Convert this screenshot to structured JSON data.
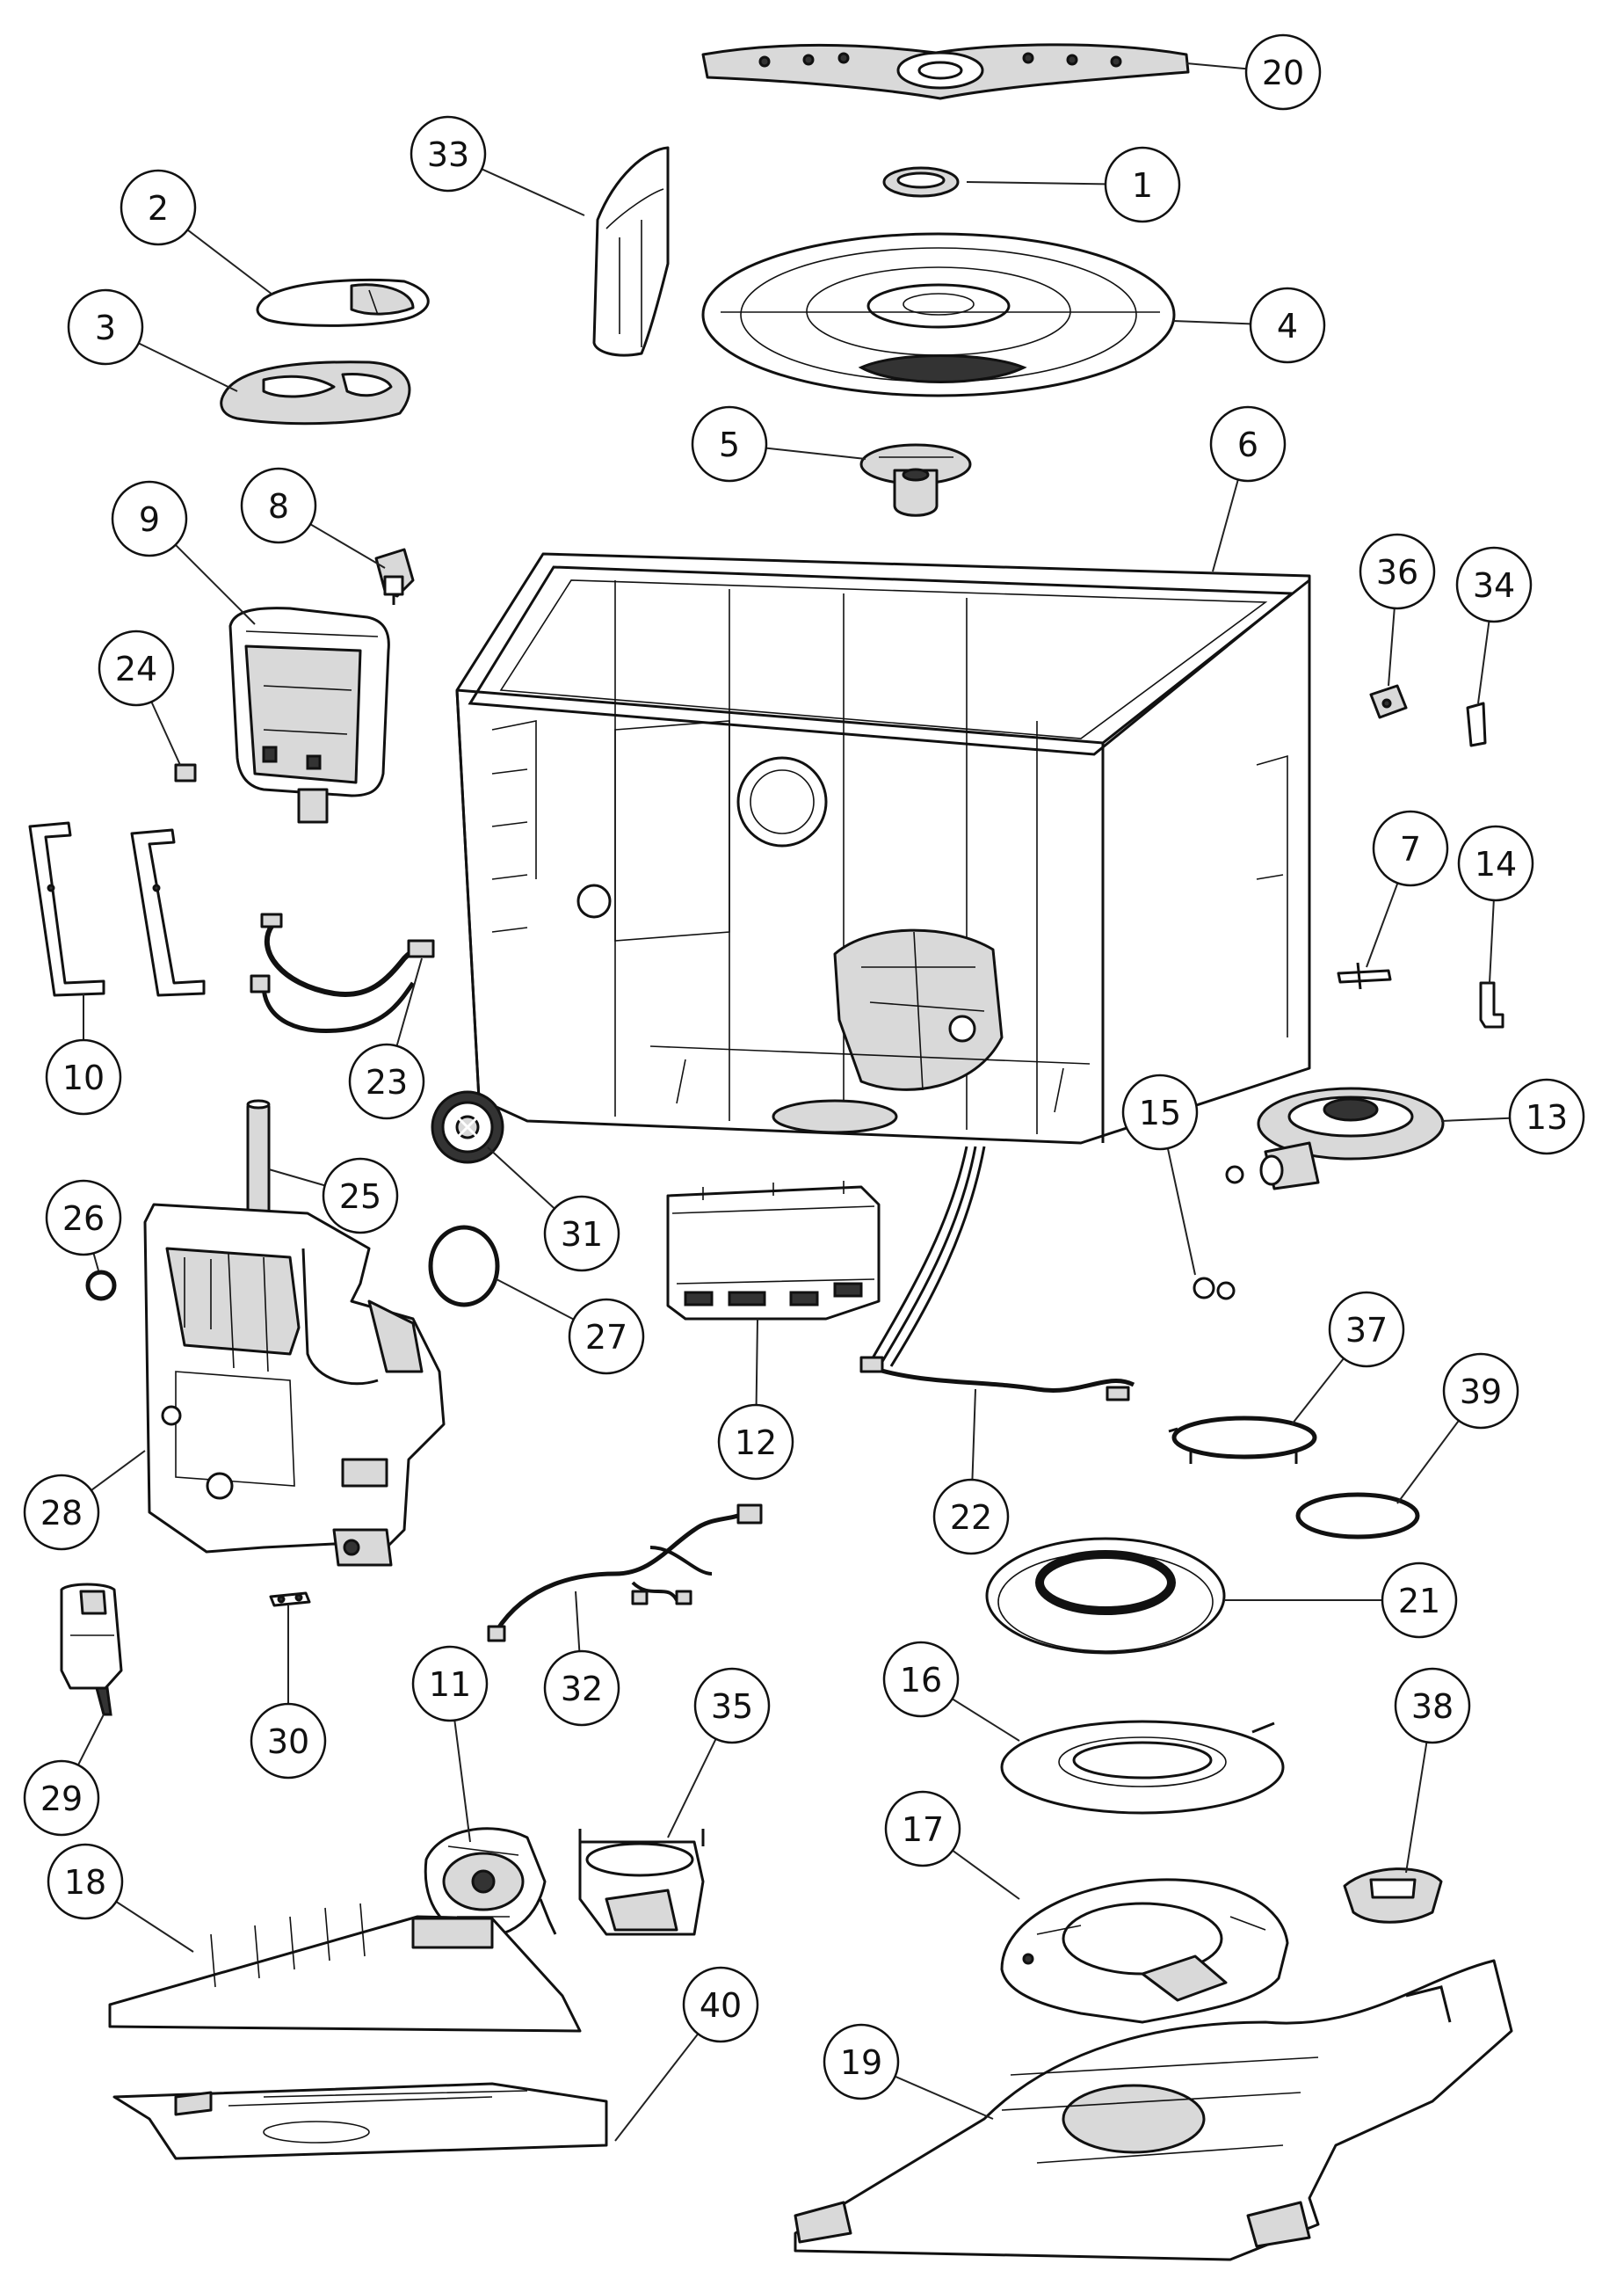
{
  "diagram": {
    "kind": "exploded-parts-view",
    "colors": {
      "ink": "#111111",
      "fill": "#ffffff",
      "shade": "#d9d9d9",
      "leader": "#222222"
    },
    "callouts": [
      "1",
      "2",
      "3",
      "4",
      "5",
      "6",
      "7",
      "8",
      "9",
      "10",
      "11",
      "12",
      "13",
      "14",
      "15",
      "16",
      "17",
      "18",
      "19",
      "20",
      "21",
      "22",
      "23",
      "24",
      "25",
      "26",
      "27",
      "28",
      "29",
      "30",
      "31",
      "32",
      "33",
      "34",
      "35",
      "36",
      "37",
      "38",
      "39",
      "40"
    ]
  }
}
